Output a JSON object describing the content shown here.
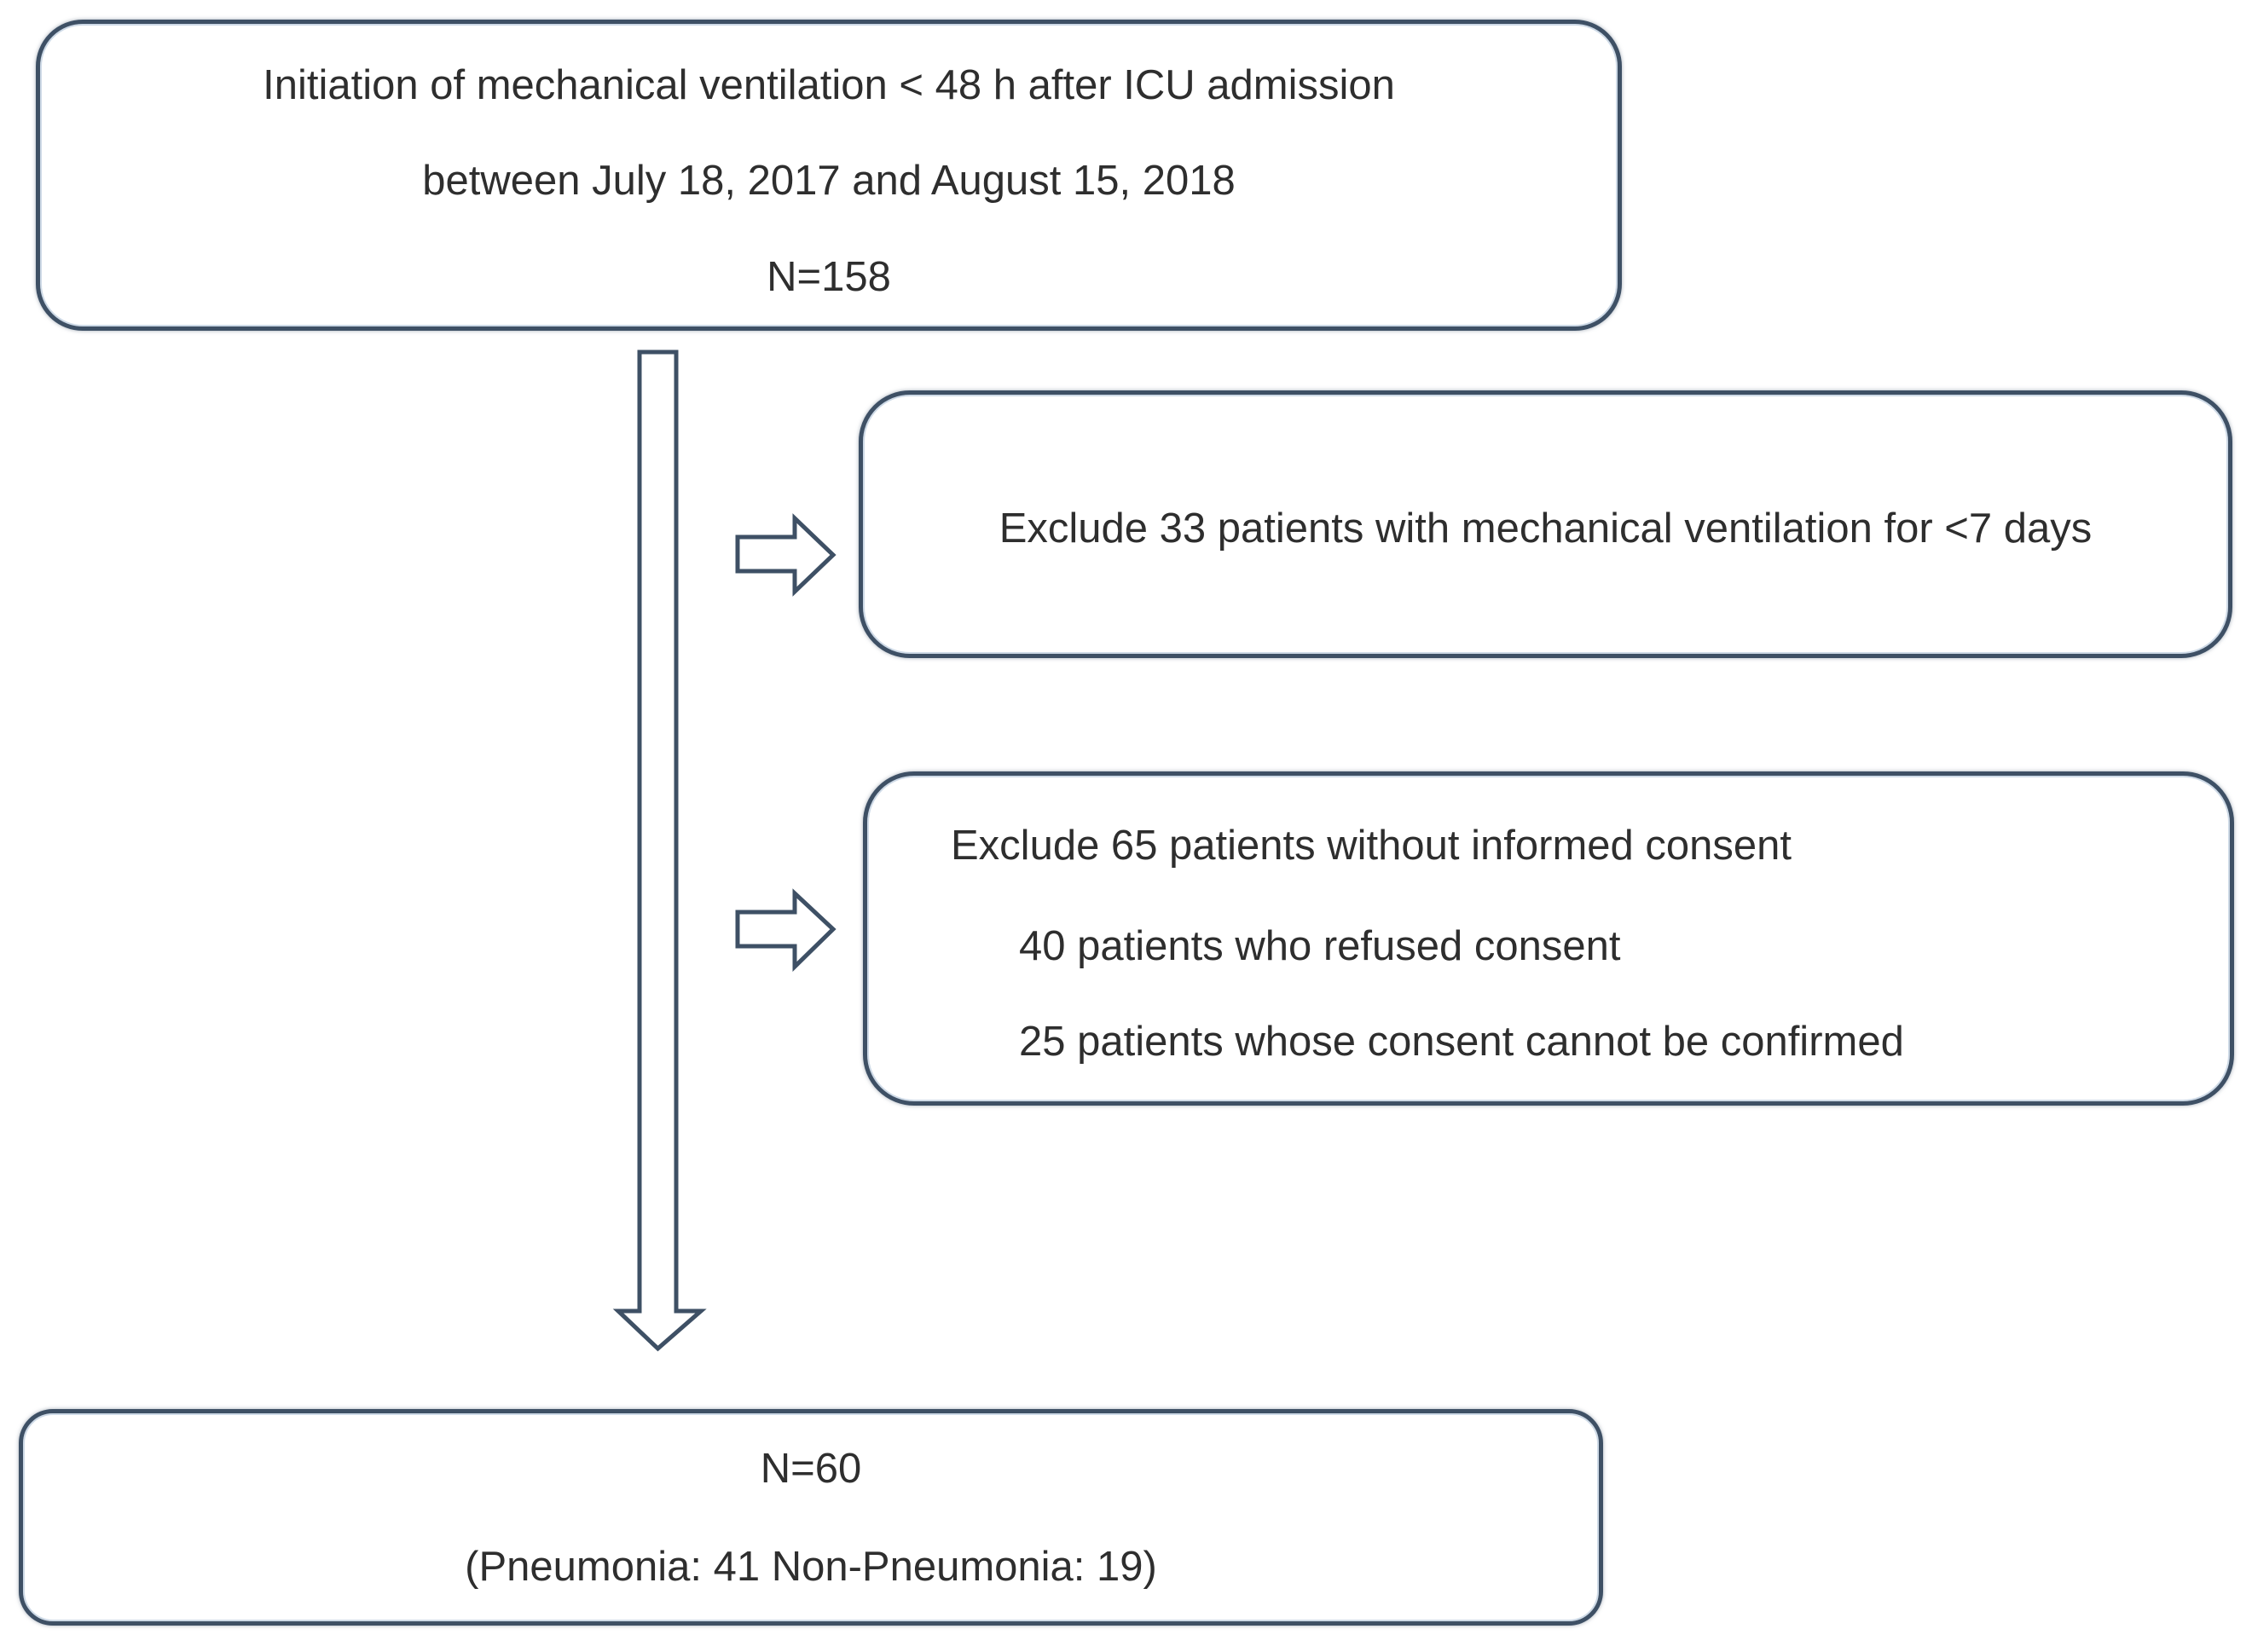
{
  "source_box": {
    "line1": "Initiation of mechanical ventilation < 48 h after ICU admission",
    "line2": "between July 18, 2017 and August 15, 2018",
    "line3": "N=158"
  },
  "exclude_mv_box": {
    "line1": "Exclude 33 patients with mechanical ventilation for <7 days"
  },
  "exclude_consent_box": {
    "line1": "Exclude 65 patients without informed consent",
    "line2": "40 patients who refused consent",
    "line3": "25 patients whose consent cannot be confirmed"
  },
  "final_box": {
    "line1": "N=60",
    "line2": "(Pneumonia: 41 Non-Pneumonia: 19)"
  },
  "icons": {
    "down_arrow": "down-block-arrow",
    "right_arrow_top": "right-block-arrow",
    "right_arrow_bottom": "right-block-arrow"
  },
  "colors": {
    "outline": "#3e5065",
    "inner_highlight": "#c9d6e4",
    "text": "#2e2e2e",
    "background": "#ffffff"
  }
}
